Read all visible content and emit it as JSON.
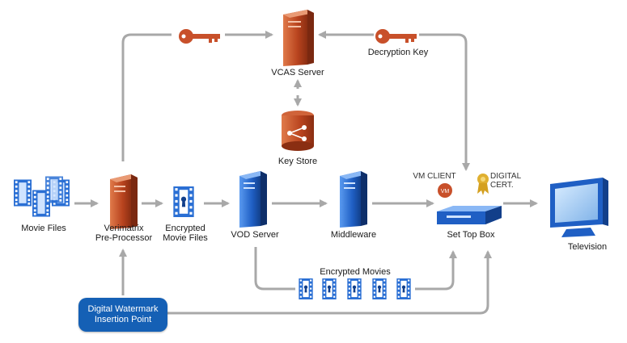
{
  "labels": {
    "vcas_server": "VCAS Server",
    "decryption_key": "Decryption Key",
    "key_store": "Key Store",
    "movie_files": "Movie Files",
    "preprocessor_line1": "Verimatrix",
    "preprocessor_line2": "Pre-Processor",
    "encrypted_files_line1": "Encrypted",
    "encrypted_files_line2": "Movie Files",
    "vod_server": "VOD Server",
    "middleware": "Middleware",
    "vm_client": "VM CLIENT",
    "vm_badge": "VM",
    "digital_cert_line1": "DIGITAL",
    "digital_cert_line2": "CERT.",
    "set_top_box": "Set Top Box",
    "television": "Television",
    "encrypted_movies": "Encrypted Movies",
    "watermark_line1": "Digital Watermark",
    "watermark_line2": "Insertion Point"
  },
  "colors": {
    "red_server": "#b8431e",
    "blue_server": "#1f5fc4",
    "film_blue": "#2a6fd4",
    "arrow_gray": "#a8a8a8",
    "watermark_box": "#1560b5",
    "cert_gold": "#e0b030"
  },
  "icons": [
    "server-icon",
    "key-icon",
    "database-icon",
    "film-icon",
    "set-top-box-icon",
    "television-icon",
    "certificate-icon"
  ]
}
